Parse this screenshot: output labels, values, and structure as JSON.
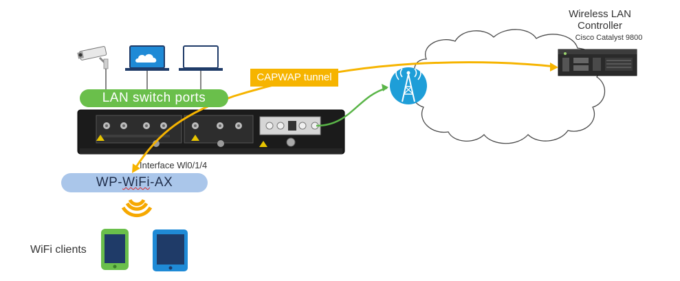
{
  "wlc": {
    "title_line1": "Wireless LAN",
    "title_line2": "Controller",
    "model": "Cisco Catalyst 9800"
  },
  "lan_switch_ports_label": "LAN switch ports",
  "capwap_label": "CAPWAP tunnel",
  "interface_label": "Interface Wl0/1/4",
  "wifi_interface": {
    "prefix": "WP-",
    "underlined": "WiFi",
    "suffix": "-AX"
  },
  "wifi_clients_label": "WiFi clients",
  "colors": {
    "lan_pill": "#6abf4b",
    "capwap": "#f6b400",
    "wifi_pill": "#aac6ea",
    "wifi_signal": "#f6a800",
    "cell_tower": "#1e9ed8",
    "green_link": "#5ab548",
    "laptop_blue": "#1f8ad6",
    "laptop_outline": "#1f3b68",
    "phone_green": "#6abf4b",
    "tablet_blue": "#1f8ad6",
    "router_body": "#1b1b1b"
  }
}
